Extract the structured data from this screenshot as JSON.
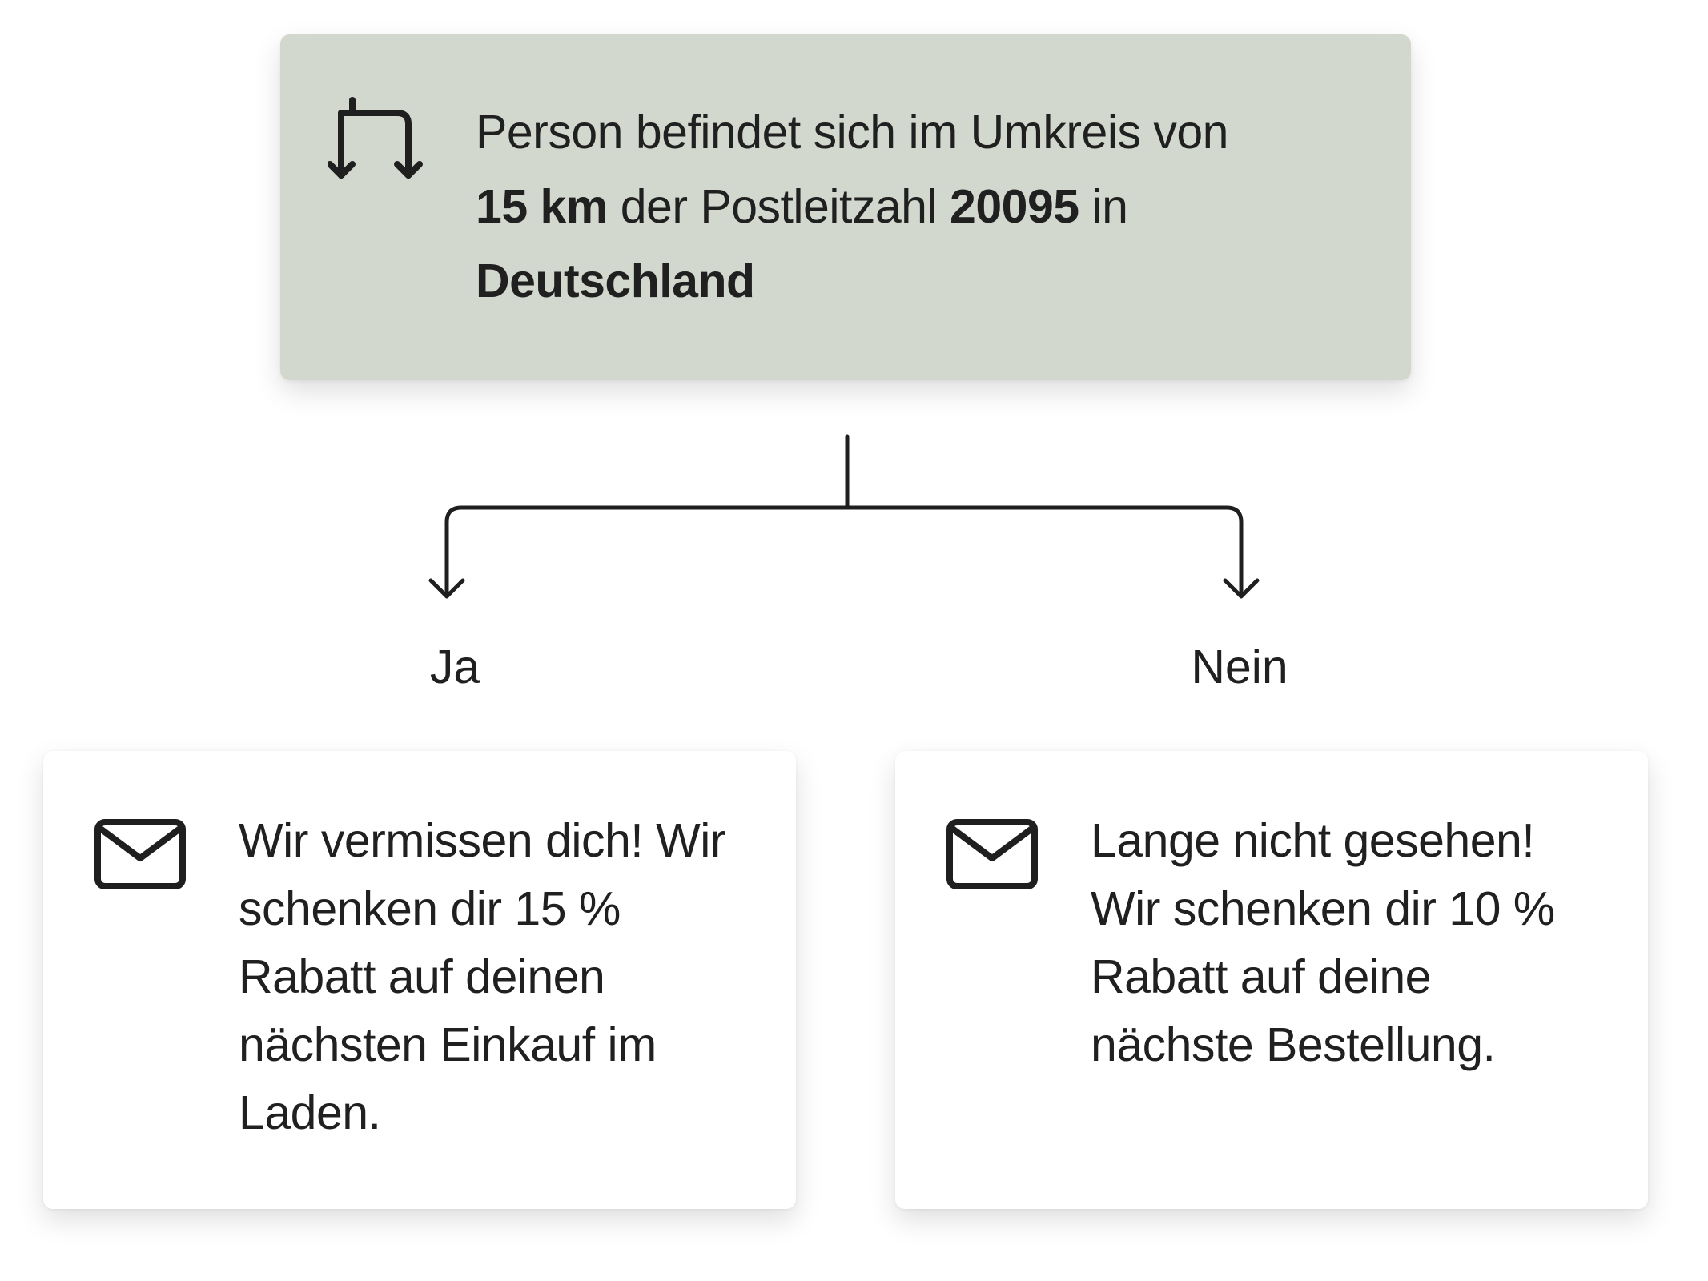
{
  "condition": {
    "icon": "split-branch-icon",
    "text_part1": "Person befindet sich im Umkreis von",
    "distance": "15 km",
    "text_part2": "der Postleitzahl",
    "postal_code": "20095",
    "text_part3": "in",
    "country": "Deutschland",
    "background_color": "#d2d8cd"
  },
  "branches": {
    "yes": {
      "label": "Ja",
      "icon": "mail-icon",
      "message": "Wir vermissen dich! Wir schenken dir 15 % Rabatt auf deinen nächsten Einkauf im Laden."
    },
    "no": {
      "label": "Nein",
      "icon": "mail-icon",
      "message": "Lange nicht gesehen! Wir schenken dir 10 % Rabatt auf deine nächste Bestellung."
    }
  }
}
